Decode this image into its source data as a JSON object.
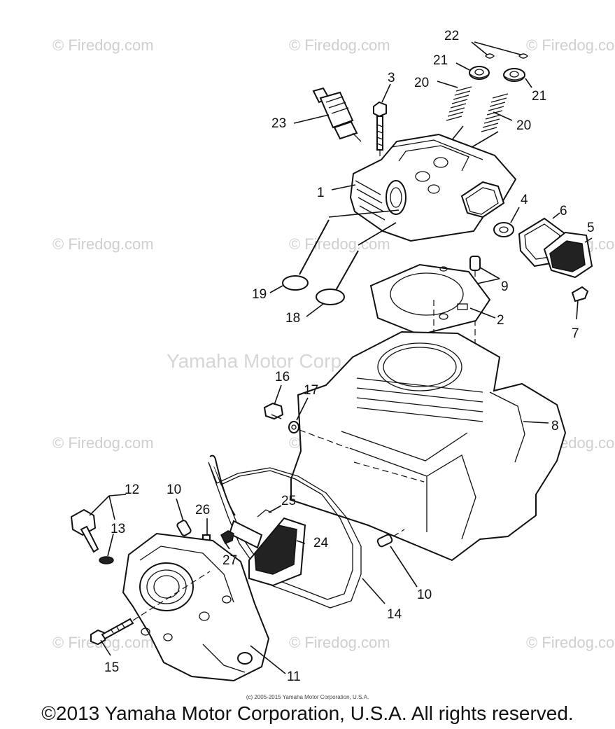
{
  "watermarks": {
    "firedog": "© Firedog.com",
    "center": "Yamaha Motor Corp., U.S.A."
  },
  "callouts": {
    "c1": "1",
    "c2": "2",
    "c3": "3",
    "c4": "4",
    "c5": "5",
    "c6": "6",
    "c7": "7",
    "c8": "8",
    "c9": "9",
    "c10a": "10",
    "c10b": "10",
    "c11": "11",
    "c12": "12",
    "c13": "13",
    "c14": "14",
    "c15": "15",
    "c16": "16",
    "c17": "17",
    "c18": "18",
    "c19": "19",
    "c20a": "20",
    "c20b": "20",
    "c21a": "21",
    "c21b": "21",
    "c22": "22",
    "c23": "23",
    "c24": "24",
    "c25": "25",
    "c26": "26",
    "c27": "27"
  },
  "small_copyright": "(c) 2005-2015 Yamaha Motor Corporation, U.S.A.",
  "footer_copyright": "©2013 Yamaha Motor Corporation, U.S.A. All rights reserved."
}
